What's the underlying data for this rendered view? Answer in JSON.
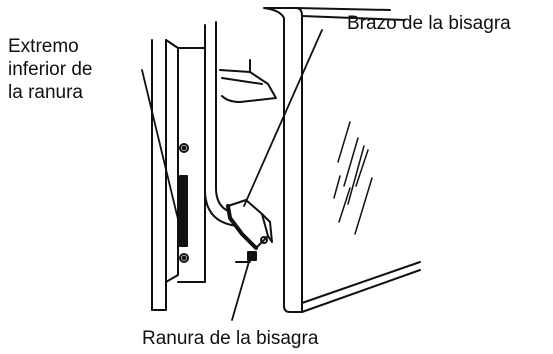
{
  "labels": {
    "hinge_arm": "Brazo de la bisagra",
    "slot_bottom_line1": "Extremo",
    "slot_bottom_line2": "inferior de",
    "slot_bottom_line3": "la ranura",
    "hinge_slot": "Ranura de la bisagra"
  },
  "colors": {
    "line": "#111111",
    "background": "#ffffff"
  }
}
